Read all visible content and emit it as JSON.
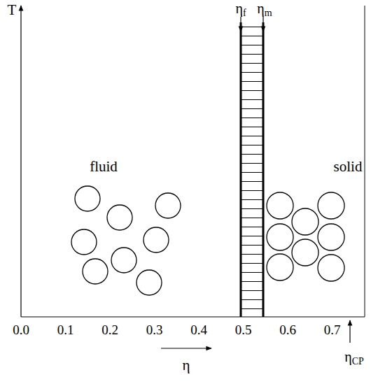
{
  "diagram": {
    "labels": [
      "T",
      "ηf",
      "ηm",
      "fluid",
      "solid",
      "0.0",
      "0.1",
      "0.2",
      "0.3",
      "0.4",
      "0.5",
      "0.6",
      "0.7",
      "η",
      "ηCP"
    ]
  }
}
